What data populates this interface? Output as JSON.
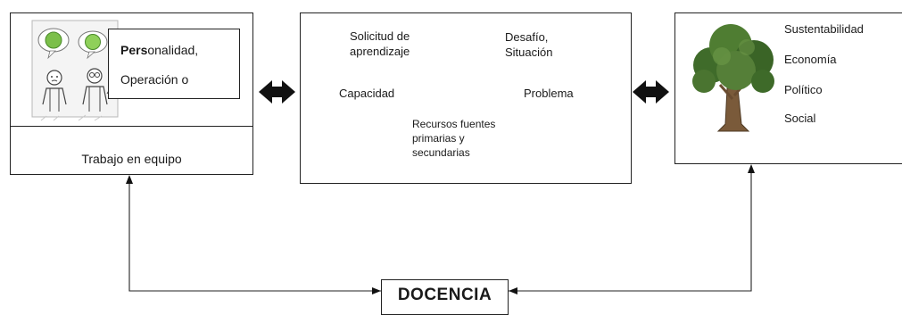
{
  "left_panel": {
    "inner_line1_bold": "Pers",
    "inner_line1_rest": "onalidad,",
    "inner_line2": "Operación o",
    "footer": "Trabajo en equipo"
  },
  "venn": {
    "circle1_line1": "Solicitud de",
    "circle1_line2": "aprendizaje",
    "circle1_line3": "Capacidad",
    "circle2_line1": "Desafío,",
    "circle2_line2": "Situación",
    "circle2_line3": "Problema",
    "circle3_line1": "Recursos fuentes",
    "circle3_line2": "primarias y",
    "circle3_line3": "secundarias"
  },
  "right_panel": {
    "items": [
      "Sustentabilidad",
      "Economía",
      "Político",
      "Social"
    ]
  },
  "bottom": {
    "label": "DOCENCIA"
  }
}
